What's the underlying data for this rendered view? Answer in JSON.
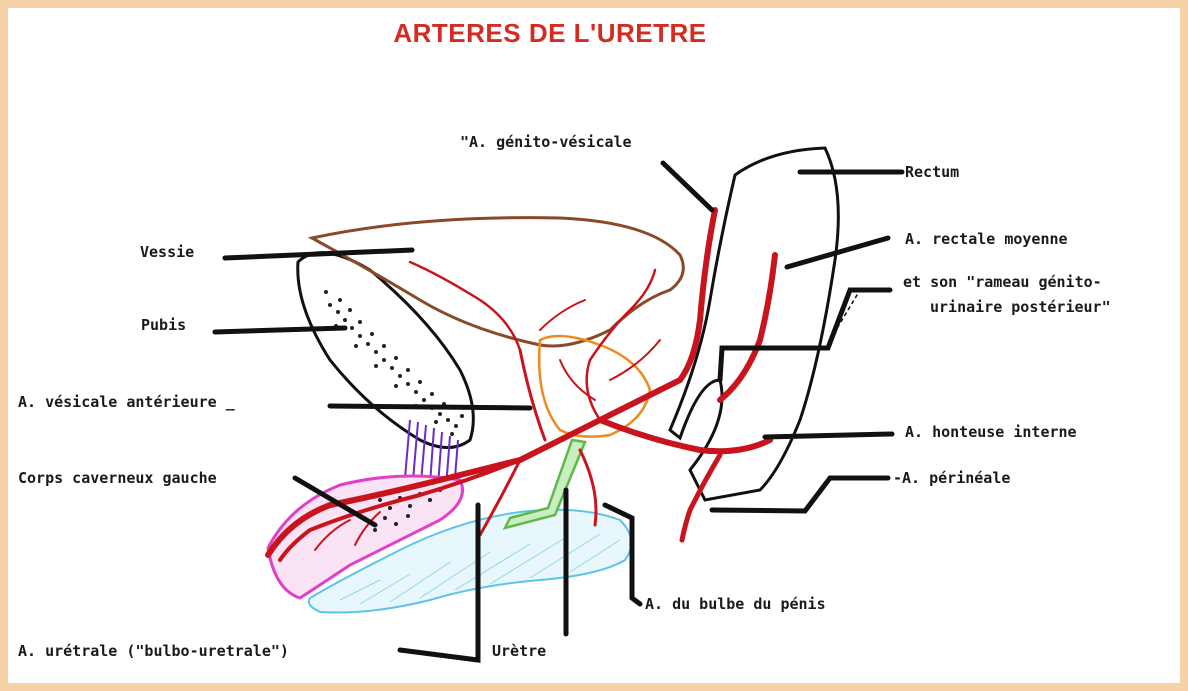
{
  "title": "ARTERES DE L'URETRE",
  "labels": {
    "genito_vesicale": "\"A. génito-vésicale",
    "rectum": "Rectum",
    "vessie": "Vessie",
    "rectale_moyenne": "A. rectale moyenne",
    "rameau_line1": "et son \"rameau génito-",
    "rameau_line2": "urinaire postérieur\"",
    "pubis": "Pubis",
    "vesicale_anterieure": "A. vésicale antérieure _",
    "honteuse_interne": "A. honteuse interne",
    "corps_caverneux": "Corps caverneux gauche",
    "perineale": "-A. périnéale",
    "bulbe_penis": "A. du bulbe du pénis",
    "uretrale": "A. urétrale (\"bulbo-uretrale\")",
    "uretre": "Urètre"
  },
  "colors": {
    "artery": "#c8141c",
    "leader": "#111111",
    "bladder": "#8a4a2a",
    "urethra": "#5fb84a",
    "bulb": "#5cc4e8",
    "corpus": "#e040c8",
    "ligament": "#6a2cc8",
    "prostate": "#f08a1a",
    "background": "#f7d2a6"
  }
}
